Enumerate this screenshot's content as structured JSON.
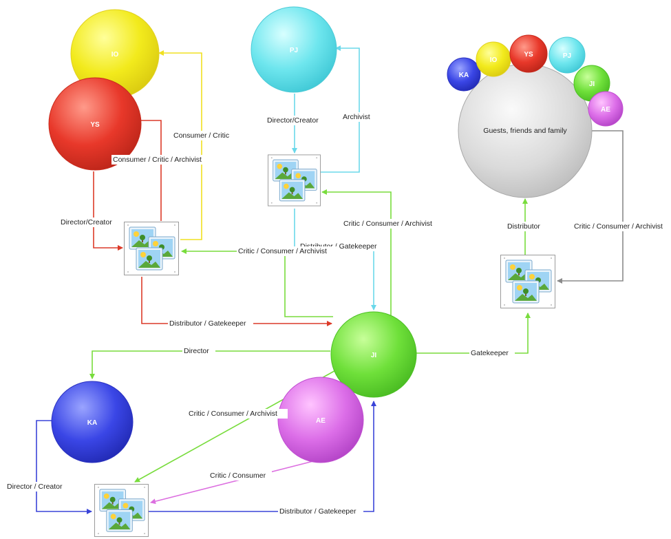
{
  "colors": {
    "IO": "#f2ea1c",
    "YS": "#e8382a",
    "PJ": "#6ee6ee",
    "JI": "#6fe03a",
    "KA": "#3a46e6",
    "AE": "#dc6ee8",
    "guests": "#d8d8d8",
    "edge_yellow": "#f0e020",
    "edge_red": "#dc3a28",
    "edge_cyan": "#6ad8ea",
    "edge_green": "#78dc3c",
    "edge_blue": "#3a44d8",
    "edge_magenta": "#dc6ee0",
    "edge_gray": "#8a8a8a"
  },
  "nodes": {
    "io": "IO",
    "ys": "YS",
    "pj": "PJ",
    "ji": "JI",
    "ka": "KA",
    "ae": "AE"
  },
  "guests": {
    "label": "Guests, friends and family",
    "members": [
      "KA",
      "IO",
      "YS",
      "PJ",
      "JI",
      "AE"
    ]
  },
  "edges": {
    "consumer_critic_io": "Consumer / Critic",
    "consumer_critic_archivist_ys": "Consumer / Critic / Archivist",
    "director_creator_ys": "Director/Creator",
    "director_creator_pj": "Director/Creator",
    "archivist_pj": "Archivist",
    "critic_consumer_archivist_pj": "Critic / Consumer / Archivist",
    "distributor_gatekeeper_pj": "Distributor / Gatekeeper",
    "critic_consumer_archivist_ys_photos": "Critic / Consumer / Archivist",
    "distributor_gatekeeper_ys": "Distributor / Gatekeeper",
    "director_ka": "Director",
    "gatekeeper_guests": "Gatekeeper",
    "distributor_guests": "Distributor",
    "critic_consumer_archivist_guests": "Critic / Consumer / Archivist",
    "critic_consumer_archivist_ka_photos": "Critic / Consumer / Archivist",
    "critic_consumer_ae": "Critic / Consumer",
    "director_creator_ka": "Director / Creator",
    "distributor_gatekeeper_ka": "Distributor / Gatekeeper"
  }
}
